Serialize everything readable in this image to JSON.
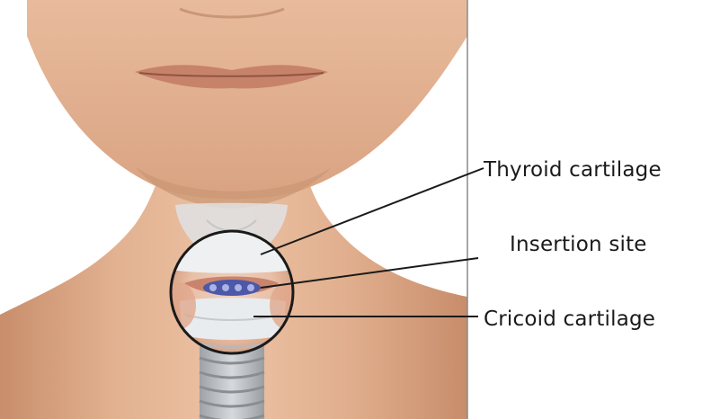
{
  "labels": {
    "thyroid_cartilage": "Thyroid cartilage",
    "insertion_site": "Insertion site",
    "cricoid_cartilage": "Cricoid cartilage"
  },
  "colors": {
    "skin": "#e4b495",
    "skin_shadow": "#c98e6c",
    "cartilage": "#d9dde0",
    "trachea": "#b9bcbf",
    "incision_tube": "#5b67b8",
    "leader_line": "#1a1a1a",
    "background": "#ffffff"
  }
}
